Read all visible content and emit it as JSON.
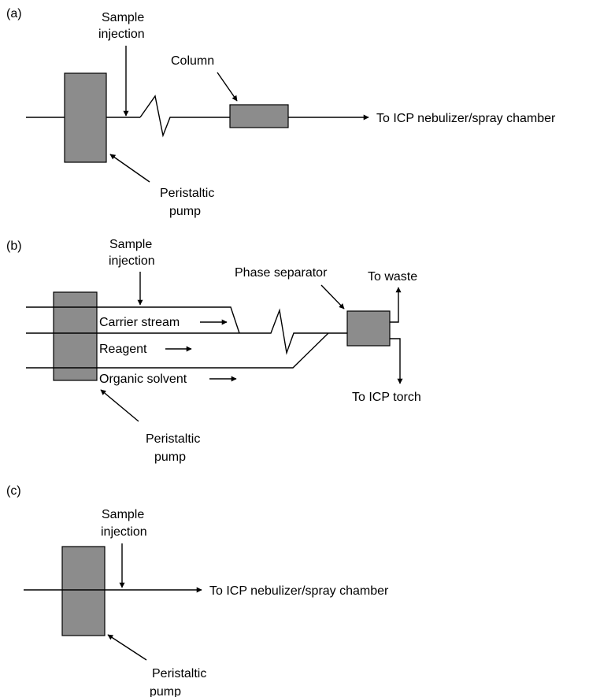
{
  "colors": {
    "pump_fill": "#8c8c8c",
    "line": "#000000",
    "background": "#ffffff"
  },
  "panel_a": {
    "label": "(a)",
    "sample_injection": [
      "Sample",
      "injection"
    ],
    "column": "Column",
    "destination": "To ICP nebulizer/spray chamber",
    "pump": [
      "Peristaltic",
      "pump"
    ]
  },
  "panel_b": {
    "label": "(b)",
    "sample_injection": [
      "Sample",
      "injection"
    ],
    "carrier_stream": "Carrier stream",
    "reagent": "Reagent",
    "organic_solvent": "Organic solvent",
    "phase_separator": "Phase separator",
    "to_waste": "To waste",
    "to_torch": "To ICP torch",
    "pump": [
      "Peristaltic",
      "pump"
    ]
  },
  "panel_c": {
    "label": "(c)",
    "sample_injection": [
      "Sample",
      "injection"
    ],
    "destination": "To ICP nebulizer/spray chamber",
    "pump": [
      "Peristaltic",
      "pump"
    ]
  }
}
